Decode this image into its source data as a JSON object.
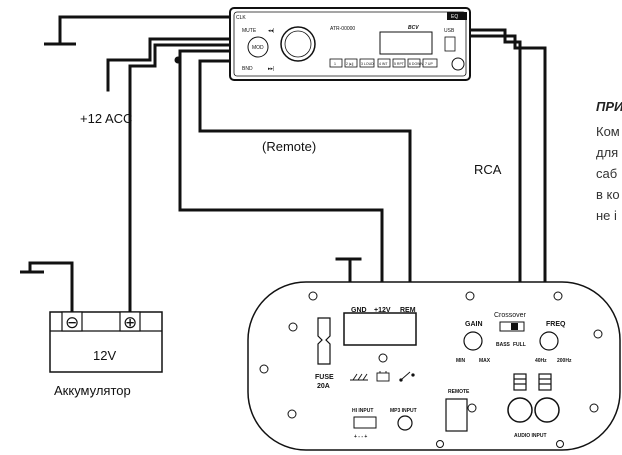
{
  "labels": {
    "acc": "+12 ACC",
    "remote": "(Remote)",
    "rca": "RCA",
    "battery_voltage": "12V",
    "battery_name": "Аккумулятор",
    "battery_minus": "⊖",
    "battery_plus": "⊕"
  },
  "head_unit": {
    "clk": "CLK",
    "eq": "EQ",
    "mute": "MUTE",
    "mod": "MOD",
    "bnd": "BND",
    "brand": "BCV",
    "model": "ATR-00000",
    "usb": "USB",
    "prev": "◂◂|",
    "next": "▸▸|",
    "buttons": [
      "1",
      "2 |▸||",
      "3 LOUD",
      "4 INT",
      "5 RPT",
      "6 DOWN",
      "7 UP"
    ]
  },
  "amplifier": {
    "gnd": "GND",
    "plus12": "+12V",
    "rem": "REM",
    "fuse": "FUSE",
    "fuse_rating": "20A",
    "gain": "GAIN",
    "min": "MIN",
    "max": "MAX",
    "crossover": "Crossover",
    "bass": "BASS",
    "full": "FULL",
    "freq": "FREQ",
    "freq_low": "40Hz",
    "freq_high": "200Hz",
    "hi_input": "HI INPUT",
    "hi_input_pins": "+ - - +",
    "mp3_input": "MP3 INPUT",
    "remote": "REMOTE",
    "audio_input": "AUDIO INPUT"
  },
  "note": {
    "title": "ПРИ",
    "lines": [
      "Ком",
      "для",
      "саб",
      "в ко",
      "не і"
    ]
  }
}
